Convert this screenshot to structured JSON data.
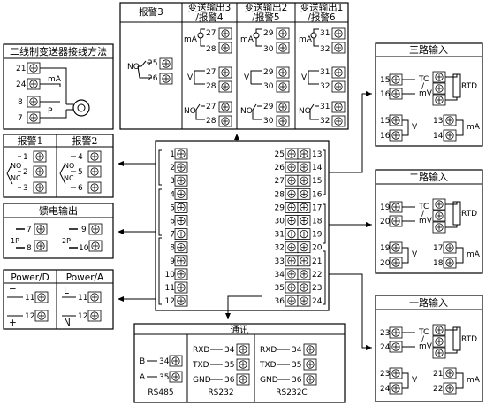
{
  "alarm_top": {
    "col1": "报警3",
    "col2_l1": "变送输出3",
    "col2_l2": "/报警4",
    "col3_l1": "变送输出2",
    "col3_l2": "/报警5",
    "col4_l1": "变送输出1",
    "col4_l2": "/报警6",
    "no": "NO",
    "ma": "mA",
    "v": "V",
    "t25": "25",
    "t26": "26",
    "t27": "27",
    "t28": "28",
    "t29": "29",
    "t30": "30",
    "t31": "31",
    "t32": "32"
  },
  "two_wire": {
    "title": "二线制变送器接线方法",
    "t21": "21",
    "t24": "24",
    "t8": "8",
    "t7": "7",
    "ma": "mA",
    "p": "P"
  },
  "alarm12": {
    "h1": "报警1",
    "h2": "报警2",
    "no": "NO",
    "nc": "NC",
    "t1": "1",
    "t2": "2",
    "t3": "3",
    "t4": "4",
    "t5": "5",
    "t6": "6"
  },
  "feed": {
    "title": "馈电输出",
    "p1": "1P",
    "p2": "2P",
    "t7": "7",
    "t8": "8",
    "t9": "9",
    "t10": "10",
    "plus": "+",
    "minus": "-"
  },
  "power": {
    "h1": "Power/D",
    "h2": "Power/A",
    "minus": "−",
    "plus": "+",
    "l": "L",
    "n": "N",
    "t11": "11",
    "t12": "12"
  },
  "comm": {
    "title": "通讯",
    "b": "B",
    "a": "A",
    "rxd": "RXD",
    "txd": "TXD",
    "gnd": "GND",
    "rs485": "RS485",
    "rs232": "RS232",
    "rs232c": "RS232C",
    "t34": "34",
    "t35": "35",
    "t36": "36"
  },
  "terminal": {
    "left": [
      "1",
      "2",
      "3",
      "4",
      "5",
      "6",
      "7",
      "8",
      "9",
      "10",
      "11",
      "12"
    ],
    "right": [
      "25",
      "26",
      "27",
      "28",
      "29",
      "30",
      "31",
      "32",
      "33",
      "34",
      "35",
      "36"
    ],
    "mid": [
      "13",
      "14",
      "15",
      "16",
      "17",
      "18",
      "19",
      "20",
      "21",
      "22",
      "23",
      "24"
    ]
  },
  "in3": {
    "title": "三路输入",
    "tc": "TC",
    "slash": "/",
    "mv": "mV",
    "rtd": "RTD",
    "v": "V",
    "ma": "mA",
    "t15": "15",
    "t16": "16",
    "t13": "13",
    "t14": "14"
  },
  "in2": {
    "title": "二路输入",
    "tc": "TC",
    "slash": "/",
    "mv": "mV",
    "rtd": "RTD",
    "v": "V",
    "ma": "mA",
    "t19": "19",
    "t20": "20",
    "t17": "17",
    "t18": "18"
  },
  "in1": {
    "title": "一路输入",
    "tc": "TC",
    "slash": "/",
    "mv": "mV",
    "rtd": "RTD",
    "v": "V",
    "ma": "mA",
    "t23": "23",
    "t24": "24",
    "t21": "21",
    "t22": "22"
  }
}
